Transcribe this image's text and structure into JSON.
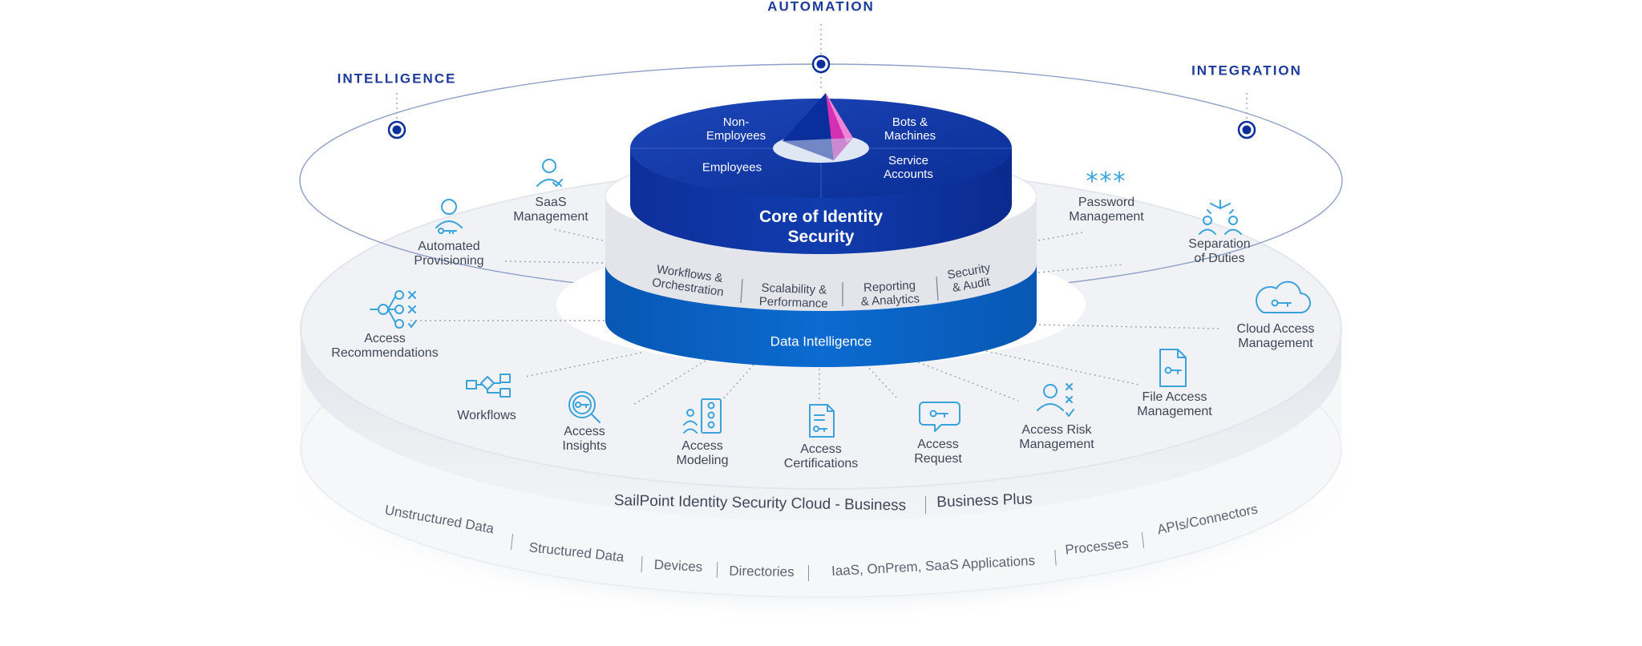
{
  "pillars": {
    "automation": "AUTOMATION",
    "intelligence": "INTELLIGENCE",
    "integration": "INTEGRATION"
  },
  "core": {
    "quadrants": {
      "non_employees": "Non-\nEmployees",
      "bots": "Bots &\nMachines",
      "employees": "Employees",
      "service_accounts": "Service\nAccounts"
    },
    "title": "Core of Identity\nSecurity"
  },
  "middle_ring": {
    "items": [
      "Workflows &\nOrchestration",
      "Scalability &\nPerformance",
      "Reporting\n& Analytics",
      "Security\n& Audit"
    ],
    "base_label": "Data Intelligence"
  },
  "features": {
    "saas_management": "SaaS\nManagement",
    "automated_provisioning": "Automated\nProvisioning",
    "access_recommendations": "Access\nRecommendations",
    "workflows": "Workflows",
    "access_insights": "Access\nInsights",
    "access_modeling": "Access\nModeling",
    "access_certifications": "Access\nCertifications",
    "access_request": "Access\nRequest",
    "access_risk_management": "Access Risk\nManagement",
    "file_access_management": "File Access\nManagement",
    "cloud_access_management": "Cloud Access\nManagement",
    "separation_of_duties": "Separation\nof Duties",
    "password_management": "Password\nManagement",
    "password_symbol": "***"
  },
  "platform": {
    "name": "SailPoint Identity Security Cloud - Business",
    "tier": "Business Plus"
  },
  "sources": [
    "Unstructured Data",
    "Structured Data",
    "Devices",
    "Directories",
    "IaaS, OnPrem, SaaS Applications",
    "Processes",
    "APIs/Connectors"
  ],
  "colors": {
    "core_dark": "#0b2e9b",
    "core_mid": "#1e4ec2",
    "data_blue": "#0a63c4",
    "pillar_text": "#1c3a9c",
    "icon_blue": "#3aa3dc",
    "pyramid_pink": "#d42fb5"
  }
}
